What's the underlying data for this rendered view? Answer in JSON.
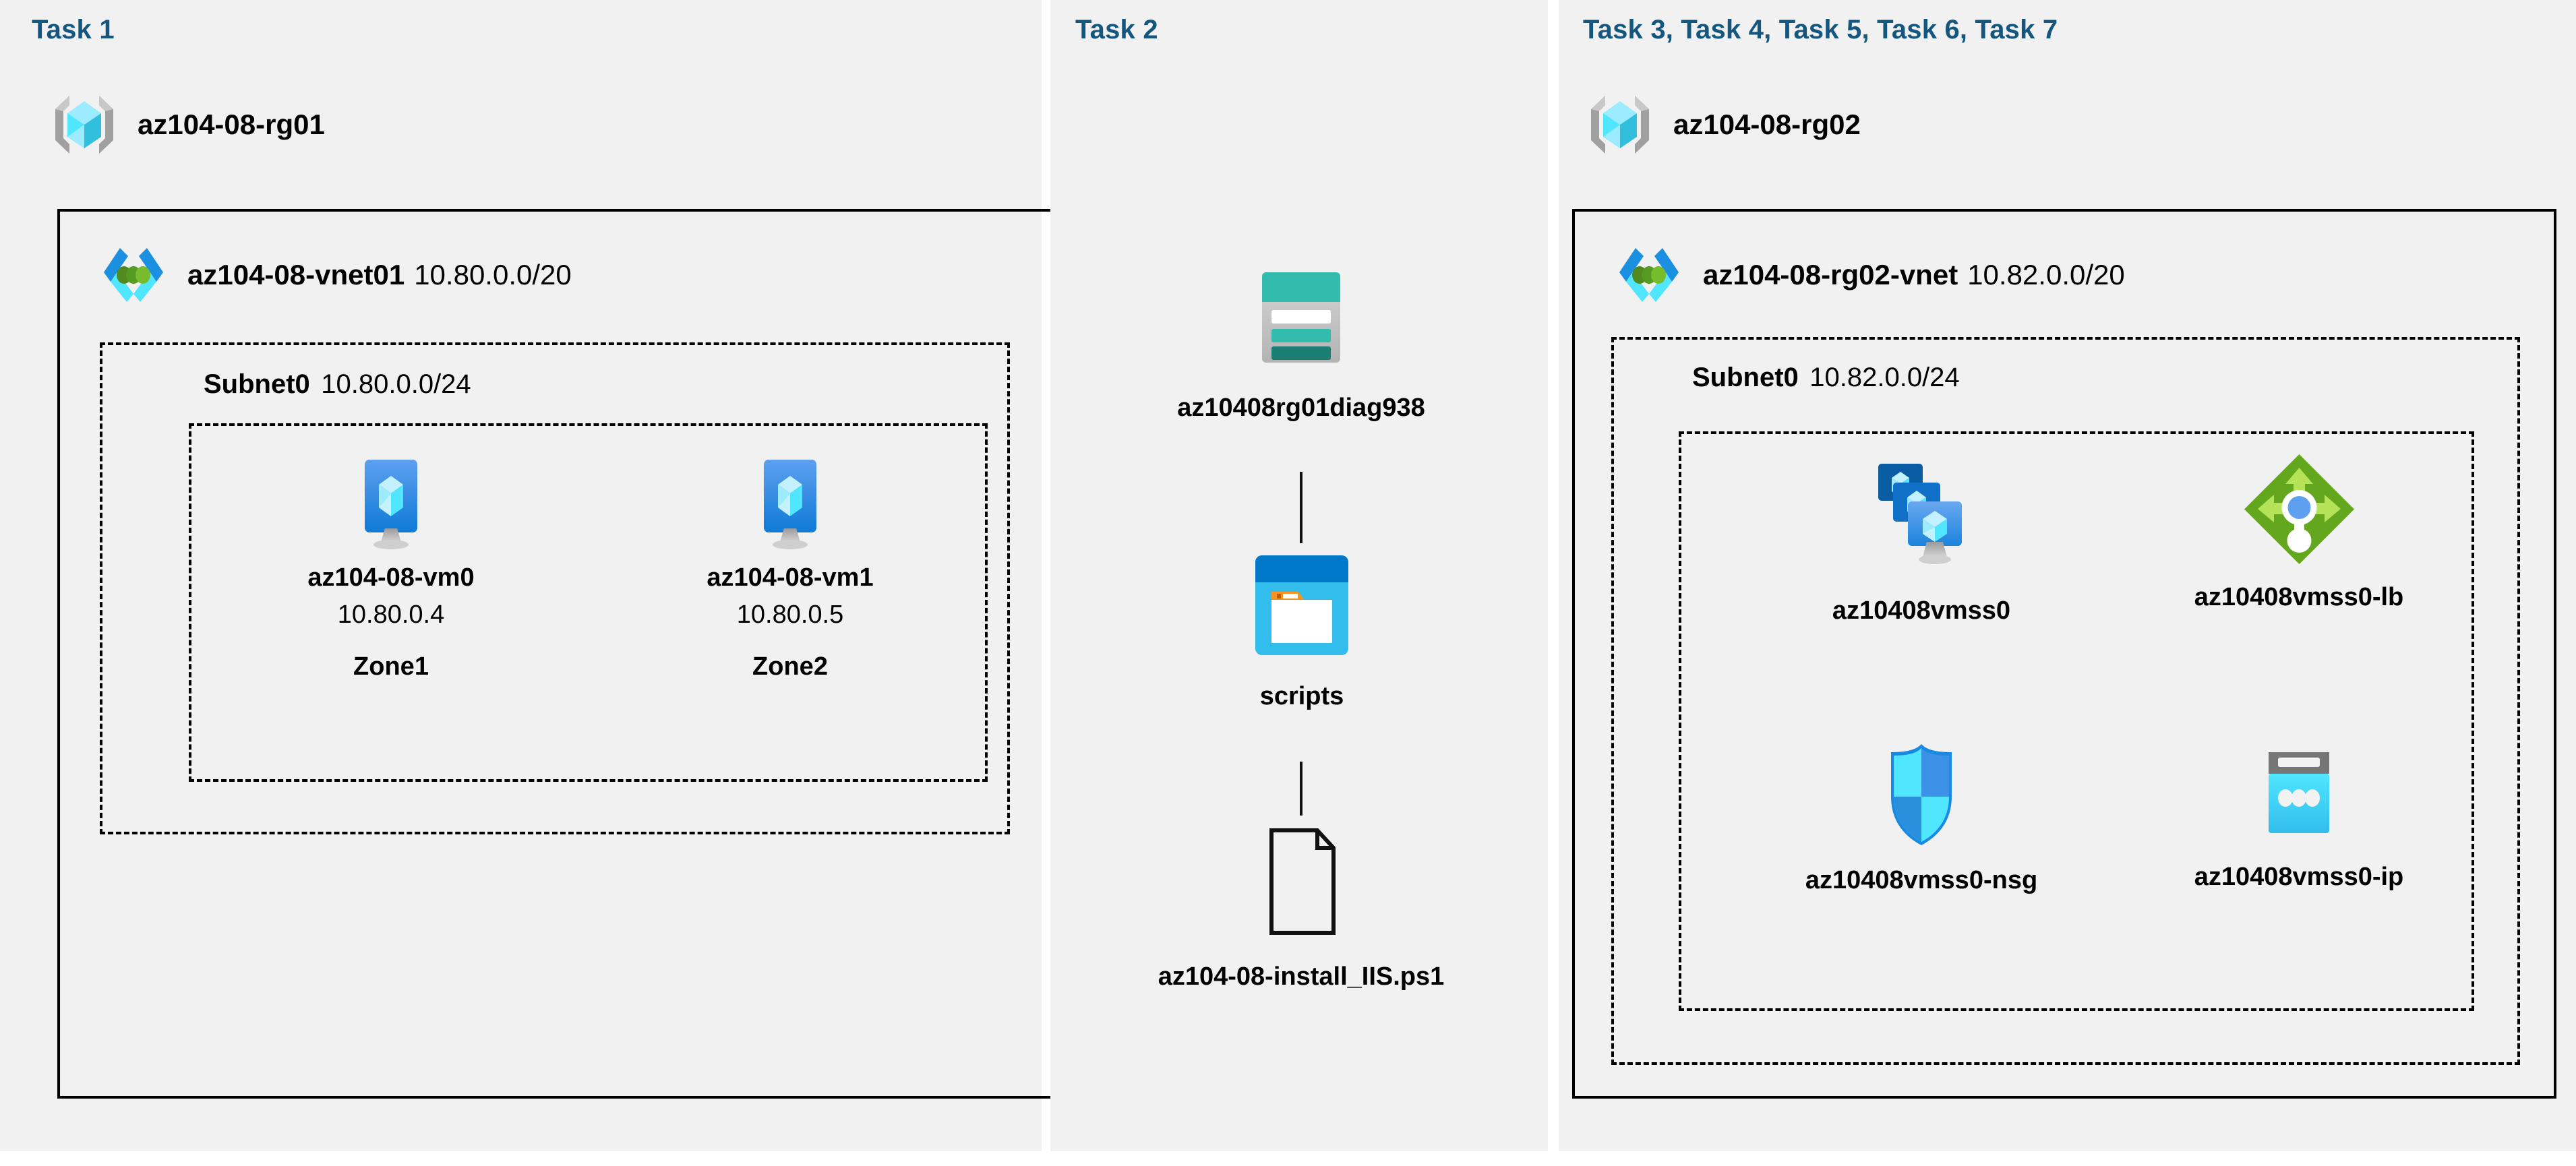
{
  "diagram": {
    "title_color": "#15567f",
    "panel_bg": "#f1f1f1",
    "page_bg": "#ffffff"
  },
  "panels": [
    {
      "id": "panel-task1",
      "task_label": "Task 1",
      "resource_group": {
        "name": "az104-08-rg01",
        "icon": "resource-group-icon"
      },
      "vnet": {
        "name": "az104-08-vnet01",
        "cidr": "10.80.0.0/20",
        "icon": "virtual-network-icon"
      },
      "subnet": {
        "name": "Subnet0",
        "cidr": "10.80.0.0/24"
      },
      "vms": [
        {
          "name": "az104-08-vm0",
          "ip": "10.80.0.4",
          "zone": "Zone1",
          "icon": "virtual-machine-icon"
        },
        {
          "name": "az104-08-vm1",
          "ip": "10.80.0.5",
          "zone": "Zone2",
          "icon": "virtual-machine-icon"
        }
      ]
    },
    {
      "id": "panel-task2",
      "task_label": "Task 2",
      "storage_account": {
        "name": "az10408rg01diag938",
        "icon": "storage-account-icon"
      },
      "container": {
        "name": "scripts",
        "icon": "blob-container-icon"
      },
      "file": {
        "name": "az104-08-install_IIS.ps1",
        "icon": "document-file-icon"
      }
    },
    {
      "id": "panel-task3to7",
      "task_label": "Task 3, Task 4, Task 5, Task 6, Task 7",
      "resource_group": {
        "name": "az104-08-rg02",
        "icon": "resource-group-icon"
      },
      "vnet": {
        "name": "az104-08-rg02-vnet",
        "cidr": "10.82.0.0/20",
        "icon": "virtual-network-icon"
      },
      "subnet": {
        "name": "Subnet0",
        "cidr": "10.82.0.0/24"
      },
      "resources": [
        {
          "name": "az10408vmss0",
          "icon": "vm-scale-set-icon"
        },
        {
          "name": "az10408vmss0-lb",
          "icon": "load-balancer-icon"
        },
        {
          "name": "az10408vmss0-nsg",
          "icon": "network-security-group-icon"
        },
        {
          "name": "az10408vmss0-ip",
          "icon": "public-ip-address-icon"
        }
      ]
    }
  ],
  "colors": {
    "task_blue": "#15567f",
    "azure_blue": "#0078d4",
    "cube_cyan": "#50e6ff",
    "vnet_green": "#5e9624",
    "lb_green": "#76bc2d",
    "storage_teal": "#32bcad",
    "container_cyan": "#32bdec",
    "nsg_blue": "#0078d4",
    "folder_orange": "#f7921e",
    "border_black": "#000000"
  }
}
